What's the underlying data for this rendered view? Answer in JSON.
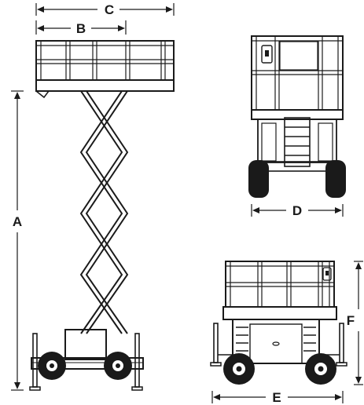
{
  "diagram": {
    "labels": {
      "a": "A",
      "b": "B",
      "c": "C",
      "d": "D",
      "e": "E",
      "f": "F"
    },
    "colors": {
      "line": "#1a1a1a",
      "background": "#ffffff"
    }
  }
}
